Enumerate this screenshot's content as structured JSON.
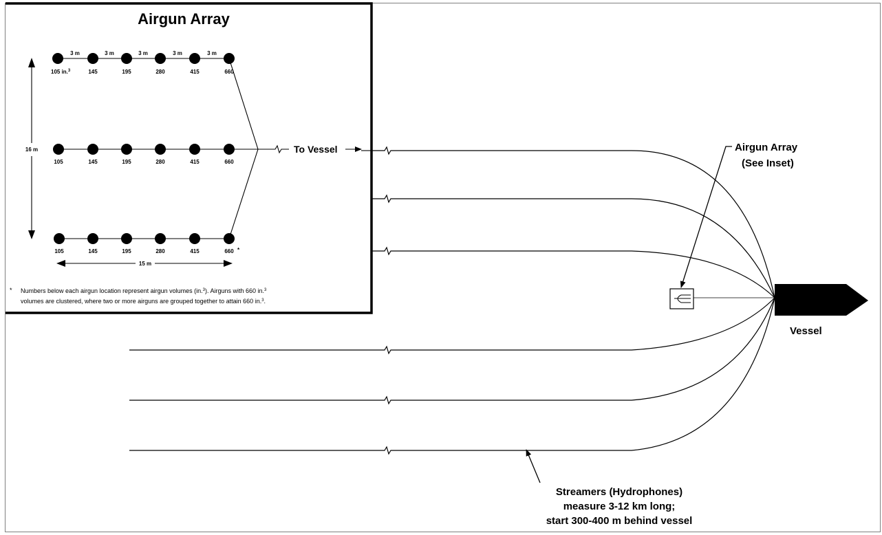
{
  "inset": {
    "title": "Airgun Array",
    "spacing_label": "3 m",
    "row_top_volumes": [
      "105 in.",
      "145",
      "195",
      "280",
      "415",
      "660"
    ],
    "row_mid_volumes": [
      "105",
      "145",
      "195",
      "280",
      "415",
      "660"
    ],
    "row_bot_volumes": [
      "105",
      "145",
      "195",
      "280",
      "415",
      "660"
    ],
    "cubed_superscript": "3",
    "cluster_marker": "*",
    "width_label": "16 m",
    "length_label": "15 m",
    "to_vessel_label": "To Vessel",
    "note": {
      "marker": "*",
      "line1_a": "Numbers below each airgun location represent airgun volumes (in.",
      "sup1": "3",
      "line1_b": ").  Airguns with 660 in.",
      "sup2": "3",
      "line2_a": "volumes are clustered, where two or more airguns are grouped together to attain 660 in.",
      "sup3": "3",
      "line2_b": "."
    }
  },
  "main": {
    "airgun_label_line1": "Airgun Array",
    "airgun_label_line2": "(See Inset)",
    "vessel_label": "Vessel",
    "streamers_line1": "Streamers (Hydrophones)",
    "streamers_line2": "measure 3-12 km long;",
    "streamers_line3": "start 300-400 m behind vessel"
  }
}
